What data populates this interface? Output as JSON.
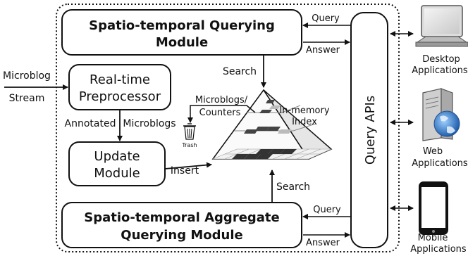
{
  "diagram": {
    "query_module": {
      "line1": "Spatio-temporal Querying",
      "line2": "Module"
    },
    "preprocessor": {
      "line1": "Real-time",
      "line2": "Preprocessor"
    },
    "update_module": {
      "line1": "Update",
      "line2": "Module"
    },
    "aggregate_module": {
      "line1": "Spatio-temporal Aggregate",
      "line2": "Querying Module"
    },
    "query_apis": "Query APIs",
    "input": {
      "line1": "Microblog",
      "line2": "Stream"
    },
    "labels": {
      "query_top": "Query",
      "answer_top": "Answer",
      "query_bottom": "Query",
      "answer_bottom": "Answer",
      "search_top": "Search",
      "search_bottom": "Search",
      "insert": "Insert",
      "annotated": "Annotated",
      "microblogs": "Microblogs",
      "microblogs_counters_1": "Microblogs/",
      "microblogs_counters_2": "Counters",
      "trash": "Trash",
      "index_1": "In-memory",
      "index_2": "Index"
    },
    "clients": {
      "desktop": {
        "line1": "Desktop",
        "line2": "Applications"
      },
      "web": {
        "line1": "Web",
        "line2": "Applications"
      },
      "mobile": {
        "line1": "Mobile",
        "line2": "Applications"
      }
    }
  }
}
